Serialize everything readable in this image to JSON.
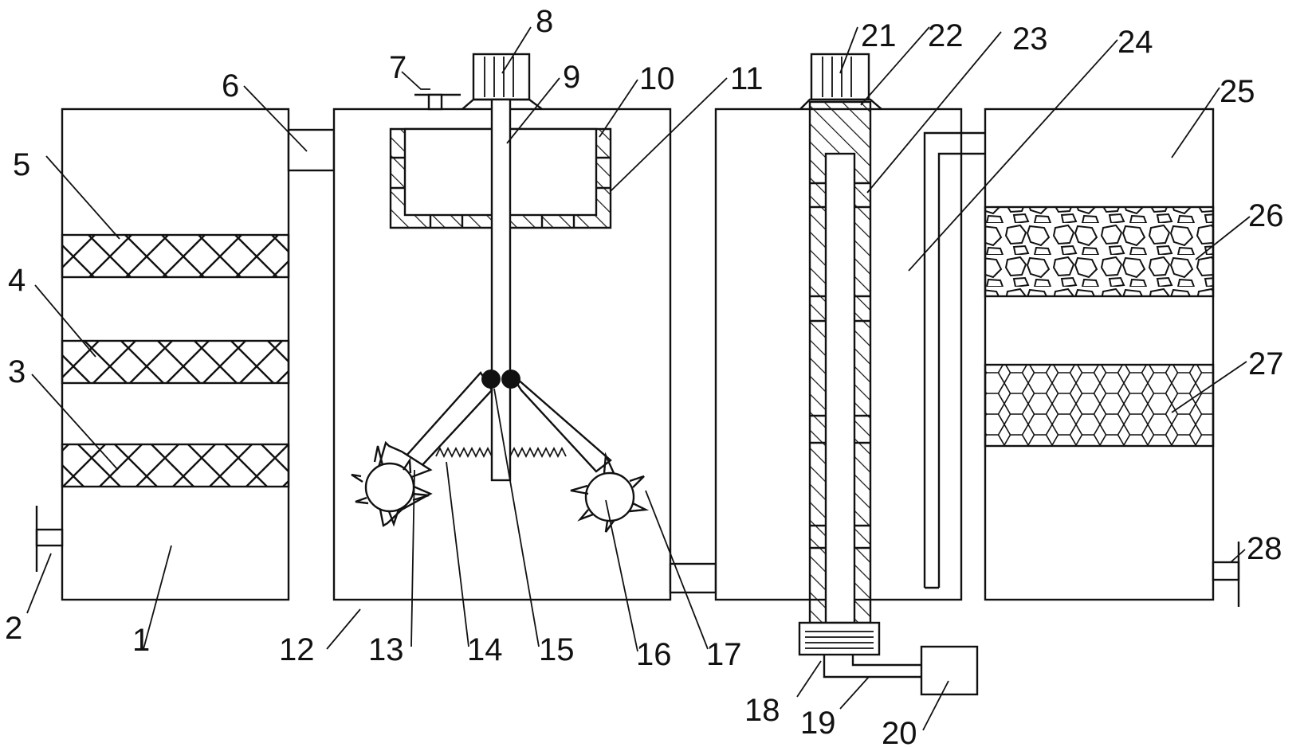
{
  "labels": [
    "1",
    "2",
    "3",
    "4",
    "5",
    "6",
    "7",
    "8",
    "9",
    "10",
    "11",
    "12",
    "13",
    "14",
    "15",
    "16",
    "17",
    "18",
    "19",
    "20",
    "21",
    "22",
    "23",
    "24",
    "25",
    "26",
    "27",
    "28"
  ],
  "colors": {
    "line": "#111111",
    "background": "#ffffff"
  }
}
